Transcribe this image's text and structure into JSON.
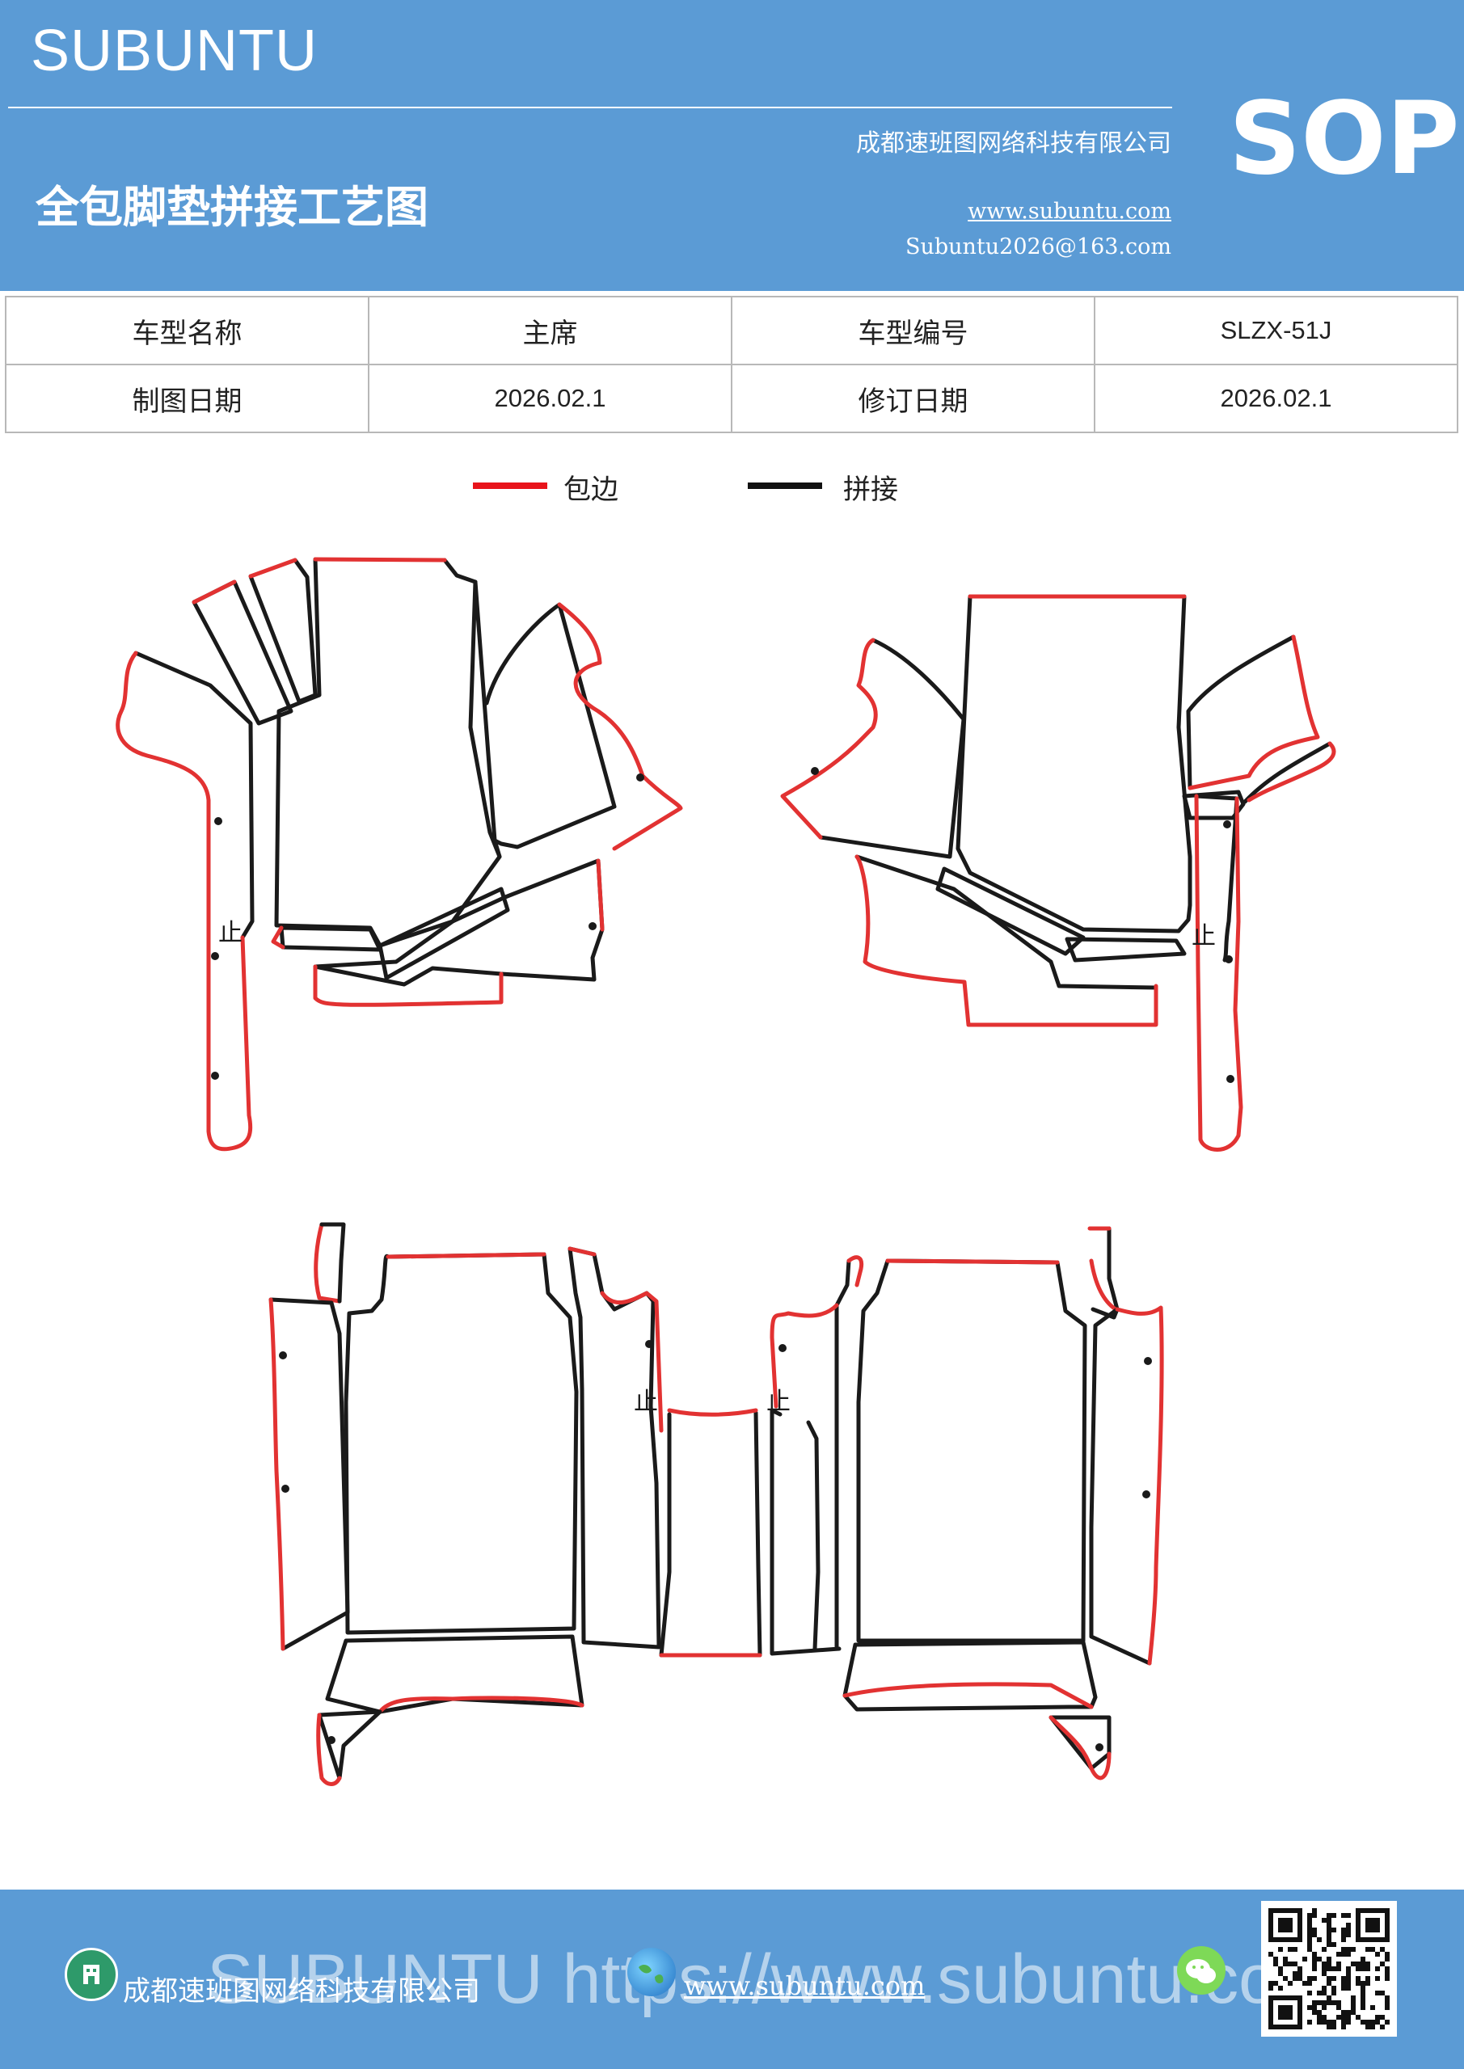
{
  "header": {
    "brand": "SUBUNTU",
    "doc_code": "SOP",
    "title": "全包脚垫拼接工艺图",
    "company": "成都速班图网络科技有限公司",
    "website": "www.subuntu.com",
    "email": "Subuntu2026@163.com"
  },
  "info_table": {
    "rows": [
      {
        "label1": "车型名称",
        "value1": "主席",
        "label2": "车型编号",
        "value2": "SLZX-51J"
      },
      {
        "label1": "制图日期",
        "value1": "2026.02.1",
        "label2": "修订日期",
        "value2": "2026.02.1"
      }
    ]
  },
  "legend": {
    "items": [
      {
        "label": "包边",
        "color": "#e8141b"
      },
      {
        "label": "拼接",
        "color": "#111111"
      }
    ]
  },
  "diagram": {
    "mark_label": "止",
    "edge_color": "#e23232",
    "seam_color": "#1a1a1a"
  },
  "footer": {
    "company": "成都速班图网络科技有限公司",
    "website": "www.subuntu.com",
    "watermark": "SUBUNTU https://www.subuntu.com"
  }
}
